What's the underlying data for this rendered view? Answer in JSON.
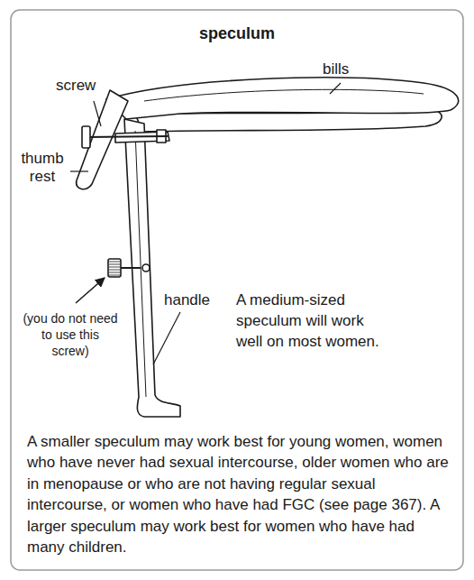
{
  "diagram": {
    "title": "speculum",
    "labels": [
      "screw",
      "bills",
      "thumb rest",
      "(you do not need to use this screw)",
      "handle",
      "A medium-sized speculum will work well on most women.",
      "A smaller speculum may work best for young women, women who have never had sexual intercourse, older women who are in menopause or who are not having regular sexual intercourse, or women who have had FGC (see page 367). A larger speculum may work best for women who have had many children."
    ]
  }
}
